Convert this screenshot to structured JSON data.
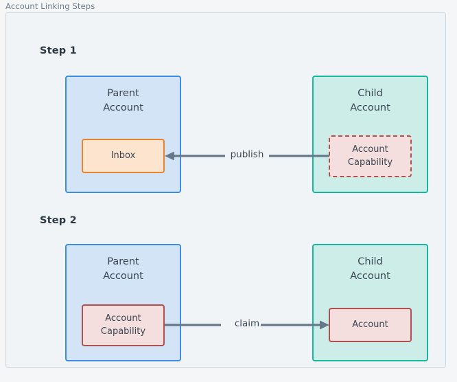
{
  "frame": {
    "title": "Account Linking Steps"
  },
  "colors": {
    "background": "#f4f6f8",
    "frame_border": "#ccd6e0",
    "frame_fill": "#f1f4f7",
    "parent_border": "#3d8ee0",
    "parent_fill": "#d3e4f7",
    "child_border": "#16b6a0",
    "child_fill": "#cdeee8",
    "inbox_border": "#e8832e",
    "inbox_fill": "#fde4ce",
    "capability_border": "#b0504f",
    "capability_fill": "#f4dede",
    "arrow": "#66788a",
    "text": "#3b4652",
    "heading": "#2b3743",
    "frame_title": "#6d7b88"
  },
  "steps": [
    {
      "label": "Step 1",
      "left_box": {
        "title": "Parent\nAccount",
        "kind": "parent",
        "chip": {
          "label": "Inbox",
          "style": "solid",
          "kind": "inbox"
        }
      },
      "right_box": {
        "title": "Child\nAccount",
        "kind": "child",
        "chip": {
          "label": "Account\nCapability",
          "style": "dashed",
          "kind": "capability"
        }
      },
      "connector": {
        "label": "publish",
        "direction": "left",
        "from": "Child Account",
        "to": "Parent Account"
      }
    },
    {
      "label": "Step 2",
      "left_box": {
        "title": "Parent\nAccount",
        "kind": "parent",
        "chip": {
          "label": "Account\nCapability",
          "style": "solid",
          "kind": "capability"
        }
      },
      "right_box": {
        "title": "Child\nAccount",
        "kind": "child",
        "chip": {
          "label": "Account",
          "style": "solid",
          "kind": "account"
        }
      },
      "connector": {
        "label": "claim",
        "direction": "right",
        "from": "Parent Account",
        "to": "Child Account"
      }
    }
  ]
}
